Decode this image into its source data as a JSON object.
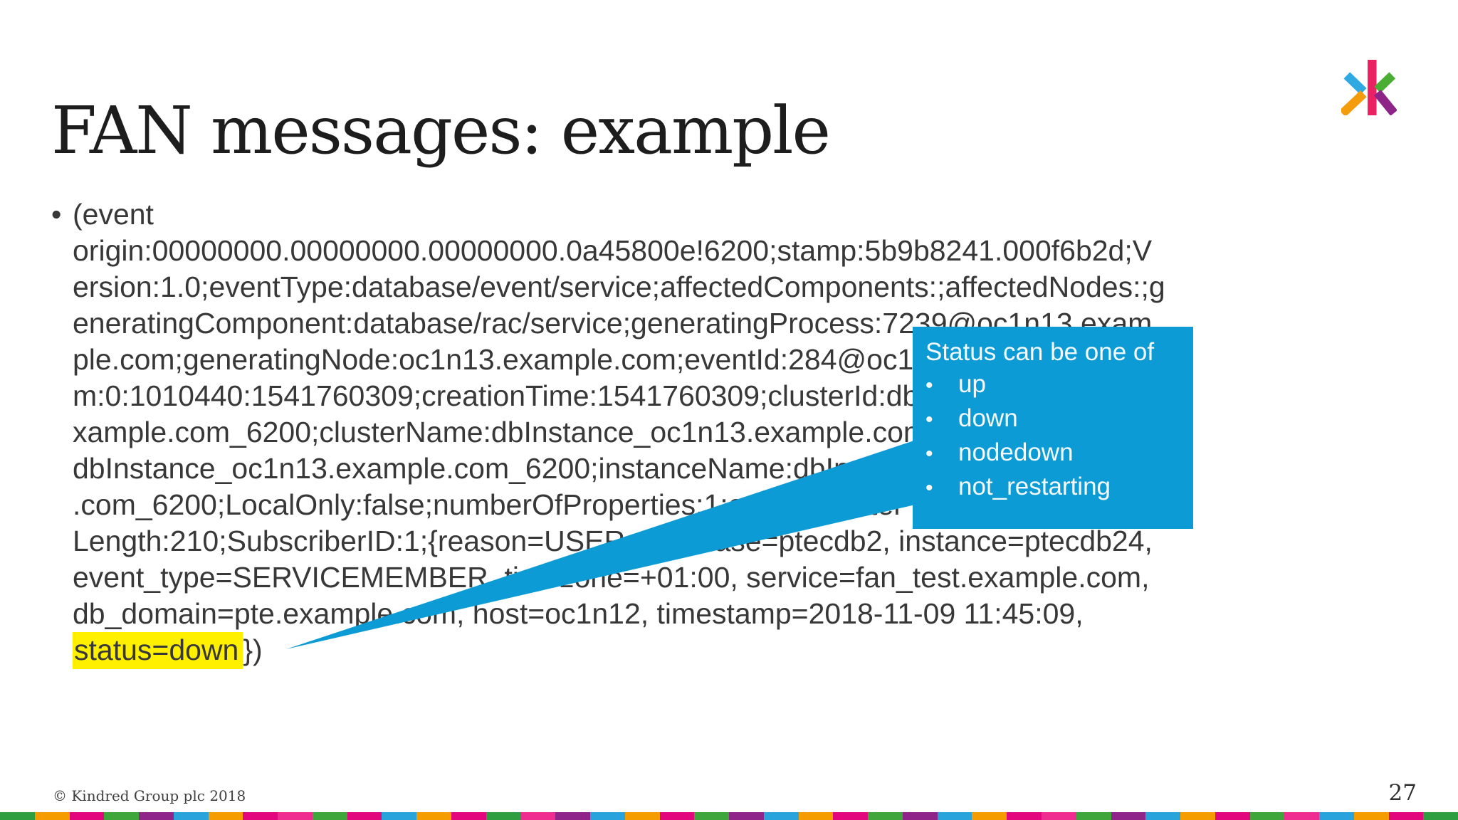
{
  "colors": {
    "callout_blue": "#0D9BD5",
    "highlight_yellow": "#FFF000",
    "title_text": "#1d1d1d",
    "body_text": "#383838"
  },
  "title": "FAN messages: example",
  "bullet_char": "•",
  "event_message": {
    "lines": [
      "(event",
      "origin:00000000.00000000.00000000.0a45800e!6200;stamp:5b9b8241.000f6b2d;V",
      "ersion:1.0;eventType:database/event/service;affectedComponents:;affectedNodes:;g",
      "eneratingComponent:database/rac/service;generatingProcess:7239@oc1n13.exam",
      "ple.com;generatingNode:oc1n13.example.com;eventId:284@oc1n13.example.co",
      "m:0:1010440:1541760309;creationTime:1541760309;clusterId:dbInstance_oc1n13.e",
      "xample.com_6200;clusterName:dbInstance_oc1n13.example.com_6200;instanceId:",
      "dbInstance_oc1n13.example.com_6200;instanceName:dbInstance_oc1n13.example",
      ".com_6200;LocalOnly:false;numberOfProperties:1;eventCounter",
      "Length:210;SubscriberID:1;{reason=USER, database=ptecdb2, instance=ptecdb24,",
      "event_type=SERVICEMEMBER, timezone=+01:00, service=fan_test.example.com,",
      "db_domain=pte.example.com, host=oc1n12, timestamp=2018-11-09 11:45:09,"
    ],
    "last_line": {
      "highlighted": "status=down",
      "tail": "})"
    }
  },
  "callout": {
    "title": "Status can be one of",
    "items": [
      "up",
      "down",
      "nodedown",
      "not_restarting"
    ]
  },
  "footer": {
    "copyright": "© Kindred Group plc 2018",
    "page_number": "27"
  },
  "logo": {
    "name": "Kindred Group logo",
    "colors": {
      "bar": "#EA2263",
      "top_left": "#2FA9E1",
      "bottom_left": "#F49C0C",
      "top_right": "#49AE33",
      "bottom_right": "#8D2589"
    }
  },
  "stripe_colors": [
    "#2E9E41",
    "#F59C00",
    "#E2077D",
    "#3FA63C",
    "#8F2588",
    "#29A3DC",
    "#F59C00",
    "#E2077D",
    "#EF2C90",
    "#3FA63C",
    "#E2077D",
    "#29A3DC",
    "#F59C00",
    "#E2077D",
    "#2E9E41",
    "#EF2C90",
    "#8F2588",
    "#29A3DC",
    "#F59C00",
    "#E2077D",
    "#3FA63C",
    "#8F2588",
    "#29A3DC",
    "#F59C00",
    "#E2077D",
    "#3FA63C",
    "#8F2588",
    "#29A3DC",
    "#F59C00",
    "#E2077D",
    "#EF2C90",
    "#3FA63C",
    "#8F2588",
    "#29A3DC",
    "#F59C00",
    "#E2077D",
    "#3FA63C",
    "#EF2C90",
    "#29A3DC",
    "#F59C00",
    "#E2077D",
    "#2E9E41"
  ]
}
